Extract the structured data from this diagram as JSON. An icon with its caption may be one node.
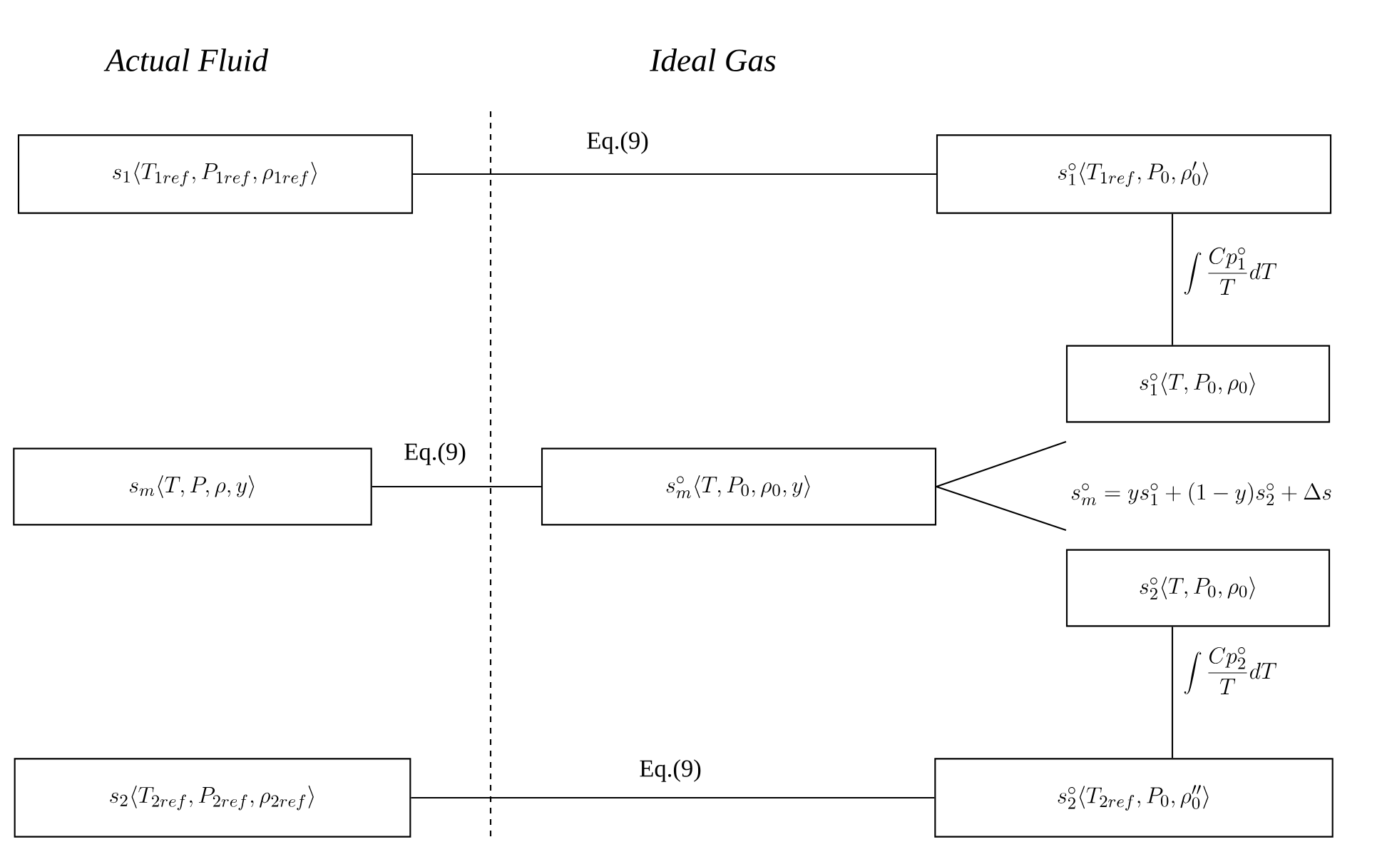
{
  "diagram": {
    "nodes": [
      {
        "text": [
          "s_1\\langle T_{1ref}, P_{1ref}, \\rho_{1ref}\\rangle"
        ]
      },
      {
        "text": [
          "s_1^\\circ\\langle T_{1ref}, P_0, \\rho_0'\\rangle"
        ]
      },
      {
        "text": [
          "s_1^\\circ\\langle T, P_0, \\rho_0\\rangle"
        ]
      },
      {
        "text": [
          "s_m\\langle T, P, \\rho, y\\rangle"
        ]
      },
      {
        "text": [
          "s_m^\\circ\\langle T, P_0, \\rho_0, y\\rangle"
        ]
      },
      {
        "text": [
          "s_2^\\circ\\langle T, P_0, \\rho_0\\rangle"
        ]
      },
      {
        "text": [
          "s_2\\langle T_{2ref}, P_{2ref}, \\rho_{2ref}\\rangle"
        ]
      },
      {
        "text": [
          "s_2^\\circ\\langle T_{2ref}, P_0, \\rho_0''\\rangle"
        ]
      }
    ],
    "edges": [
      {
        "from": 0,
        "to": 1,
        "arrow": "none",
        "label": "Eq.(9)"
      },
      {
        "from": 1,
        "to": 2,
        "arrow": "none",
        "label": "\\int \\frac{Cp_1^\\circ}{T}dT"
      },
      {
        "from": 3,
        "to": 4,
        "arrow": "none",
        "label": "Eq.(9)"
      },
      {
        "from": 4,
        "to": 2,
        "arrow": "none"
      },
      {
        "from": 4,
        "to": 5,
        "arrow": "none"
      },
      {
        "from": 5,
        "to": 7,
        "arrow": "none",
        "label": "\\int \\frac{Cp_2^\\circ}{T}dT"
      },
      {
        "from": 6,
        "to": 7,
        "arrow": "none",
        "label": "Eq.(9)"
      }
    ],
    "labels": [
      "Actual Fluid",
      "Ideal Gas",
      "s_m^\\circ = y s_1^\\circ + (1-y) s_2^\\circ + \\Delta s"
    ]
  }
}
